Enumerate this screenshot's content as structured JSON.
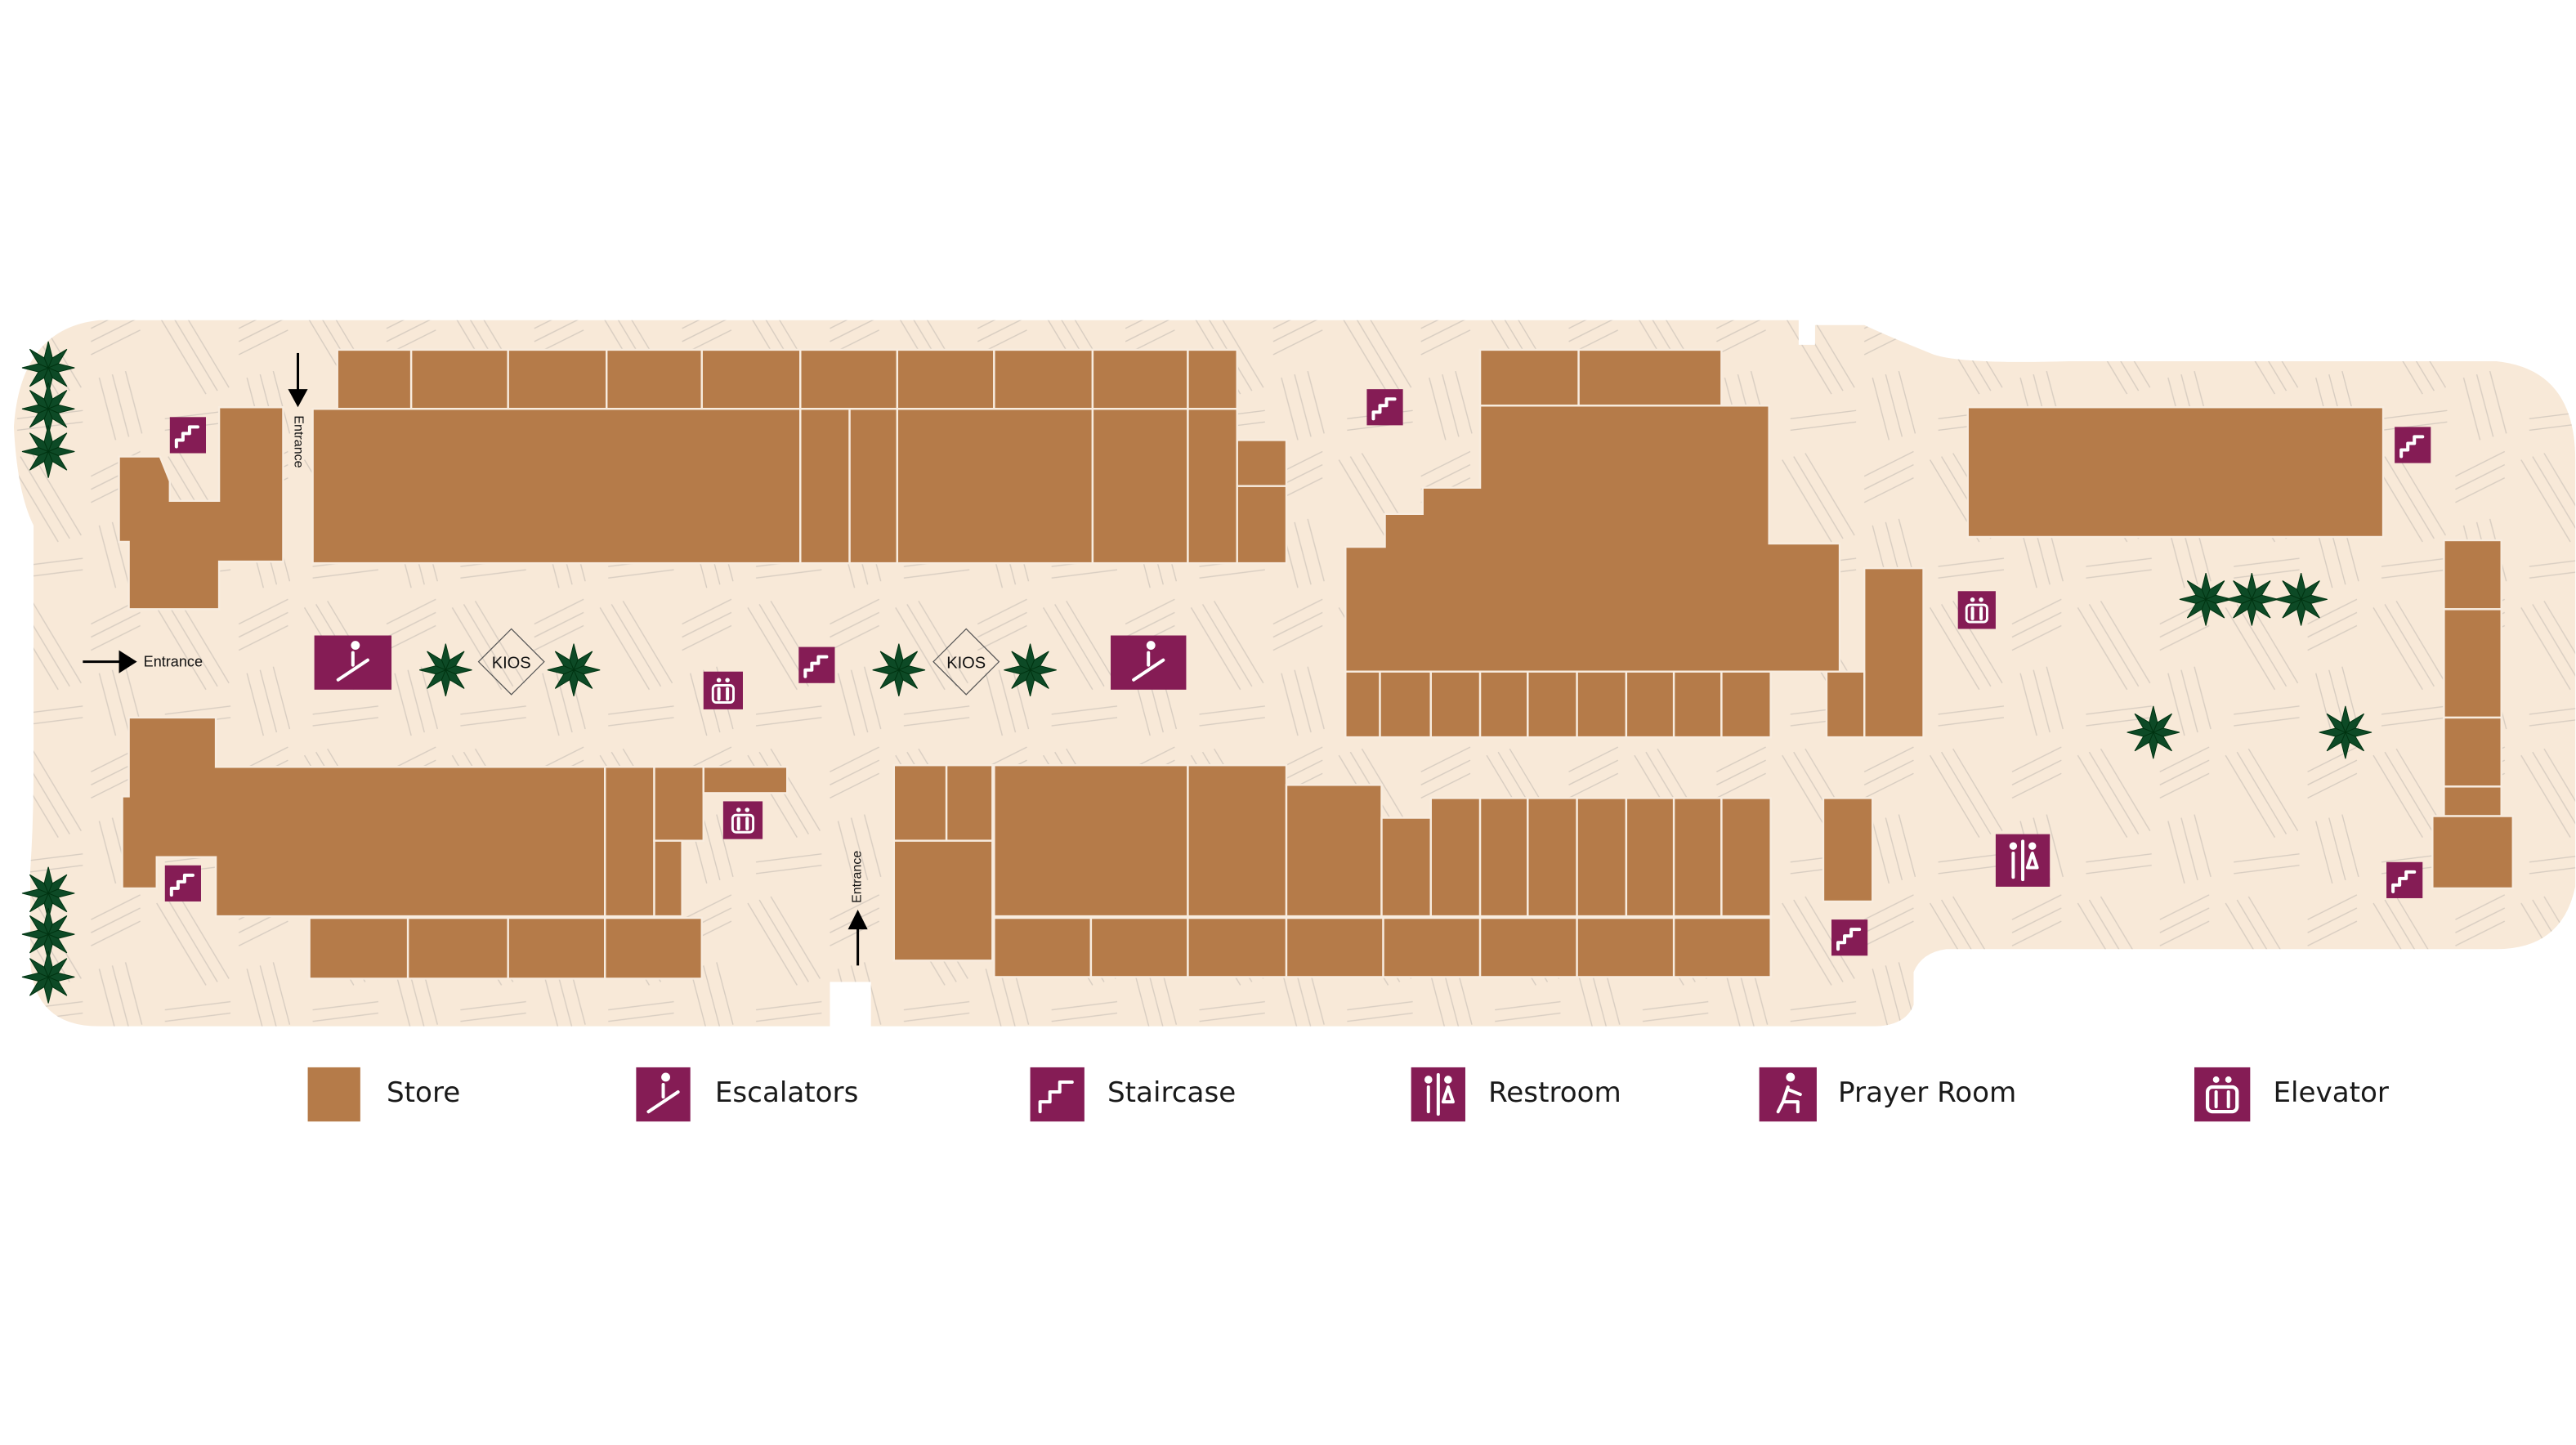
{
  "map": {
    "entrances": [
      "Entrance",
      "Entrance",
      "Entrance"
    ],
    "kiosks": [
      "KIOS",
      "KIOS"
    ]
  },
  "legend": [
    {
      "label": "Store",
      "icon": "store-swatch"
    },
    {
      "label": "Escalators",
      "icon": "escalator-icon"
    },
    {
      "label": "Staircase",
      "icon": "staircase-icon"
    },
    {
      "label": "Restroom",
      "icon": "restroom-icon"
    },
    {
      "label": "Prayer Room",
      "icon": "prayer-room-icon"
    },
    {
      "label": "Elevator",
      "icon": "elevator-icon"
    }
  ],
  "colors": {
    "floor": "#f8e9d8",
    "store": "#b57b49",
    "amenity": "#851c55",
    "palm": "#0d4a26"
  }
}
